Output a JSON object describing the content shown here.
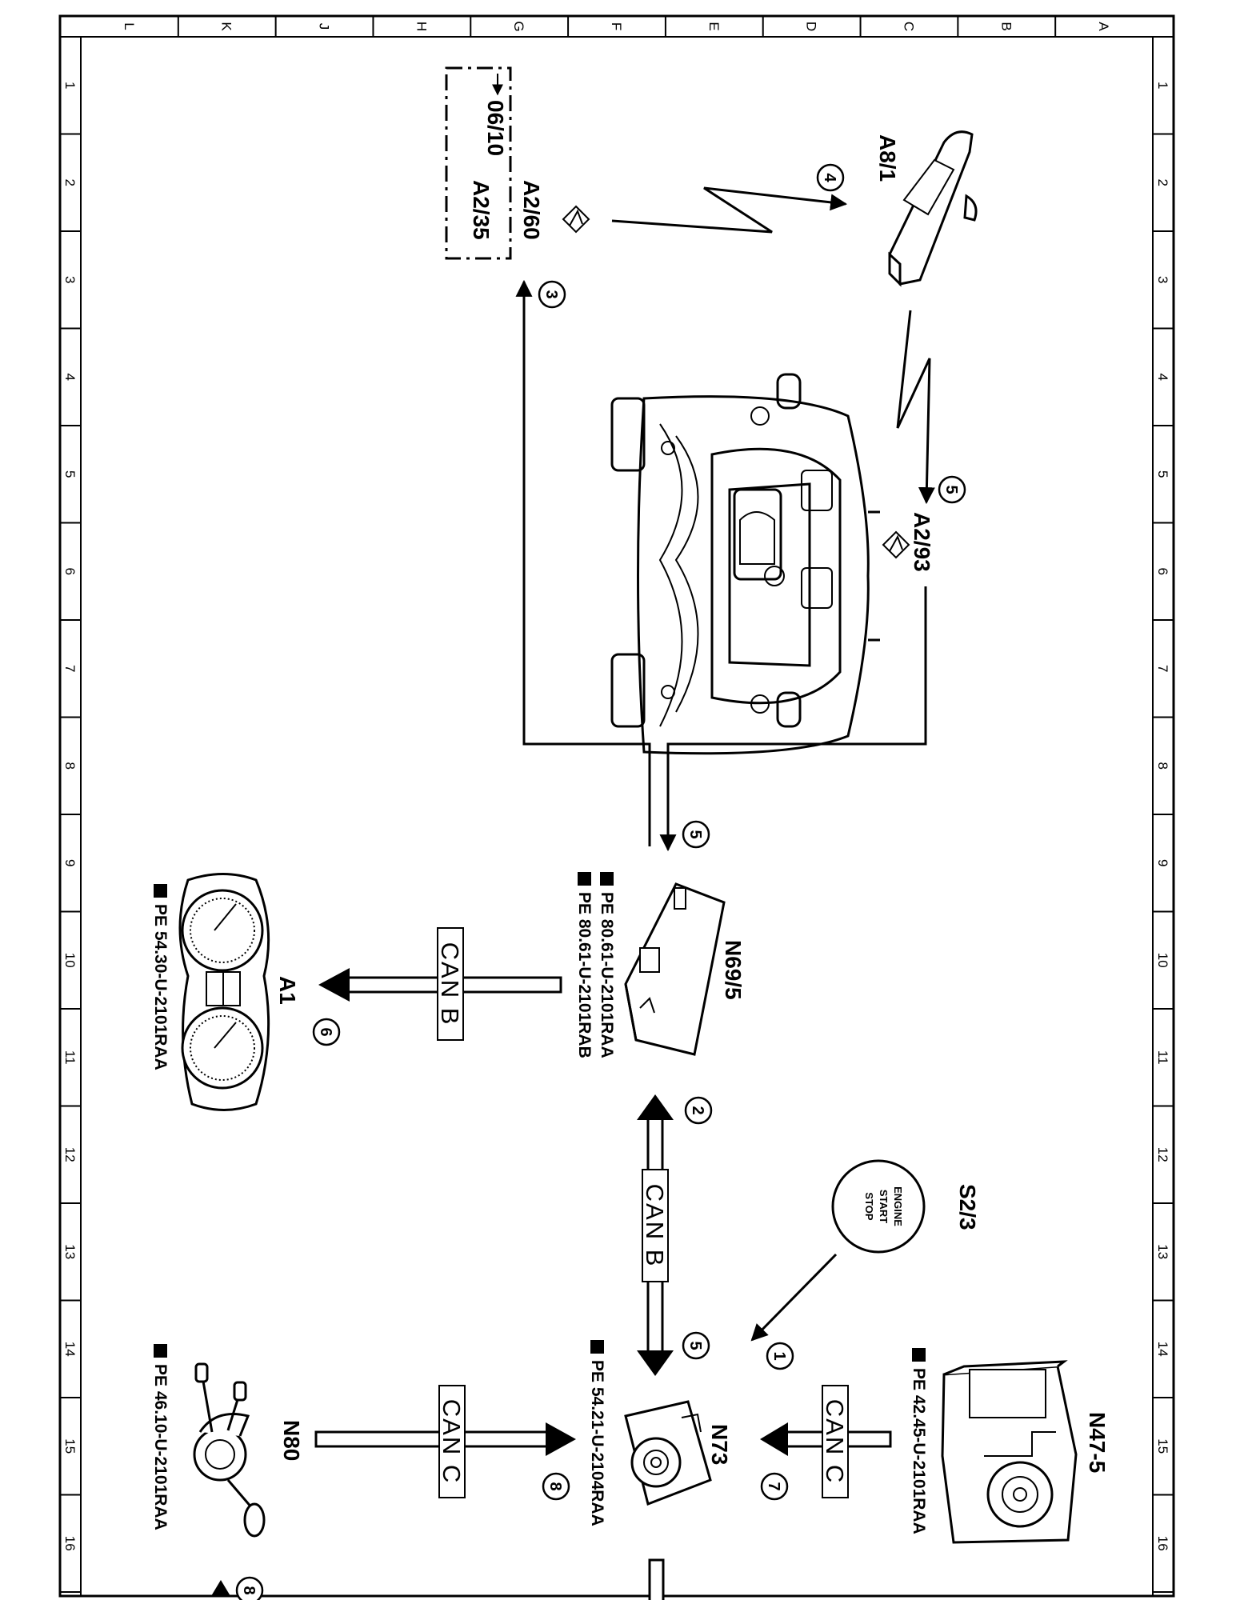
{
  "zones_top": [
    "L",
    "K",
    "J",
    "H",
    "G",
    "F",
    "E",
    "D",
    "C",
    "B",
    "A"
  ],
  "zones_side": [
    "1",
    "2",
    "3",
    "4",
    "5",
    "6",
    "7",
    "8",
    "9",
    "10",
    "11",
    "12",
    "13",
    "14",
    "15",
    "16"
  ],
  "components": {
    "a8_1": "A8/1",
    "a2_60": "A2/60",
    "a2_35": "A2/35",
    "box_note": "06/10",
    "a2_93": "A2/93",
    "n69_5": "N69/5",
    "a1": "A1",
    "s2_3": "S2/3",
    "n47_5": "N47-5",
    "n73": "N73",
    "n80": "N80"
  },
  "engine_button": {
    "line1": "ENGINE",
    "line2": "START",
    "line3": "STOP"
  },
  "bus": {
    "can_b": "CAN B",
    "can_c": "CAN C"
  },
  "references": {
    "n69_5_a": "PE  80.61-U-2101RAA",
    "n69_5_b": "PE  80.61-U-2101RAB",
    "a1": "PE  54.30-U-2101RAA",
    "n73": "PE  54.21-U-2104RAA",
    "n80": "PE  46.10-U-2101RAA",
    "n47_5": "PE  42.45-U-2101RAA"
  },
  "steps": {
    "s1": "1",
    "s2": "2",
    "s3": "3",
    "s4": "4",
    "s5a": "5",
    "s5b": "5",
    "s5c": "5",
    "s6": "6",
    "s7": "7",
    "s8a": "8",
    "s8b": "8"
  },
  "colors": {
    "ink": "#000000",
    "paper": "#ffffff"
  }
}
